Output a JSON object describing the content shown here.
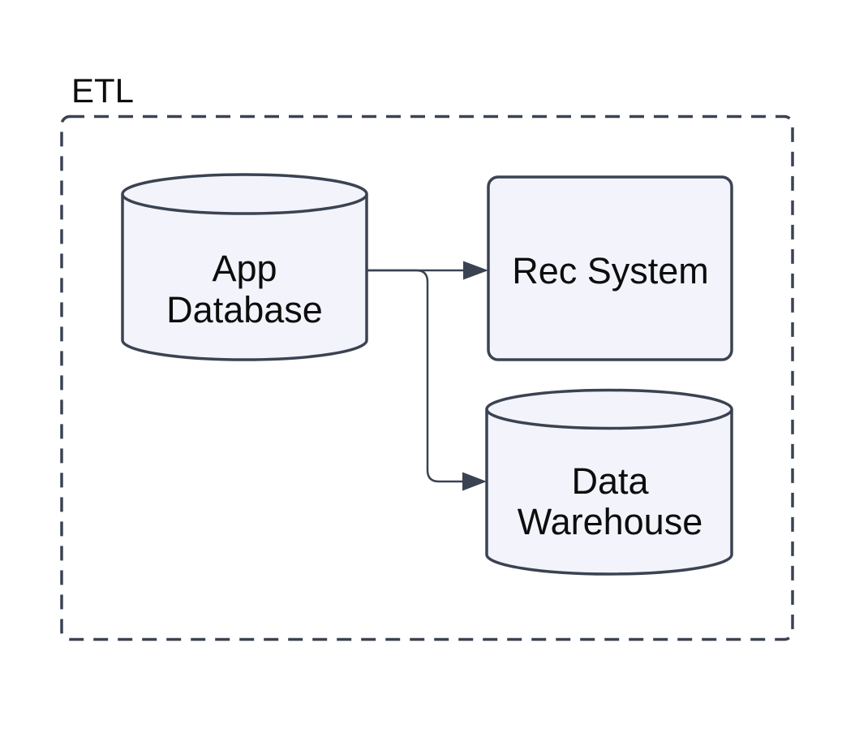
{
  "diagram": {
    "type": "flowchart",
    "cluster": {
      "label": "ETL"
    },
    "nodes": [
      {
        "id": "app-database",
        "shape": "cylinder",
        "label": "App Database",
        "label_lines": [
          "App",
          "Database"
        ]
      },
      {
        "id": "rec-system",
        "shape": "rounded-rect",
        "label": "Rec System",
        "label_lines": [
          "Rec System"
        ]
      },
      {
        "id": "data-warehouse",
        "shape": "cylinder",
        "label": "Data Warehouse",
        "label_lines": [
          "Data",
          "Warehouse"
        ]
      }
    ],
    "edges": [
      {
        "from": "app-database",
        "to": "rec-system",
        "arrow": "triangle"
      },
      {
        "from": "app-database",
        "to": "data-warehouse",
        "arrow": "triangle"
      }
    ],
    "colors": {
      "background": "#ffffff",
      "node_fill": "#f3f4fb",
      "node_stroke": "#3b4352",
      "cluster_stroke": "#3b4352",
      "edge_stroke": "#3b4352",
      "text_color": "#0d0d0d"
    }
  }
}
